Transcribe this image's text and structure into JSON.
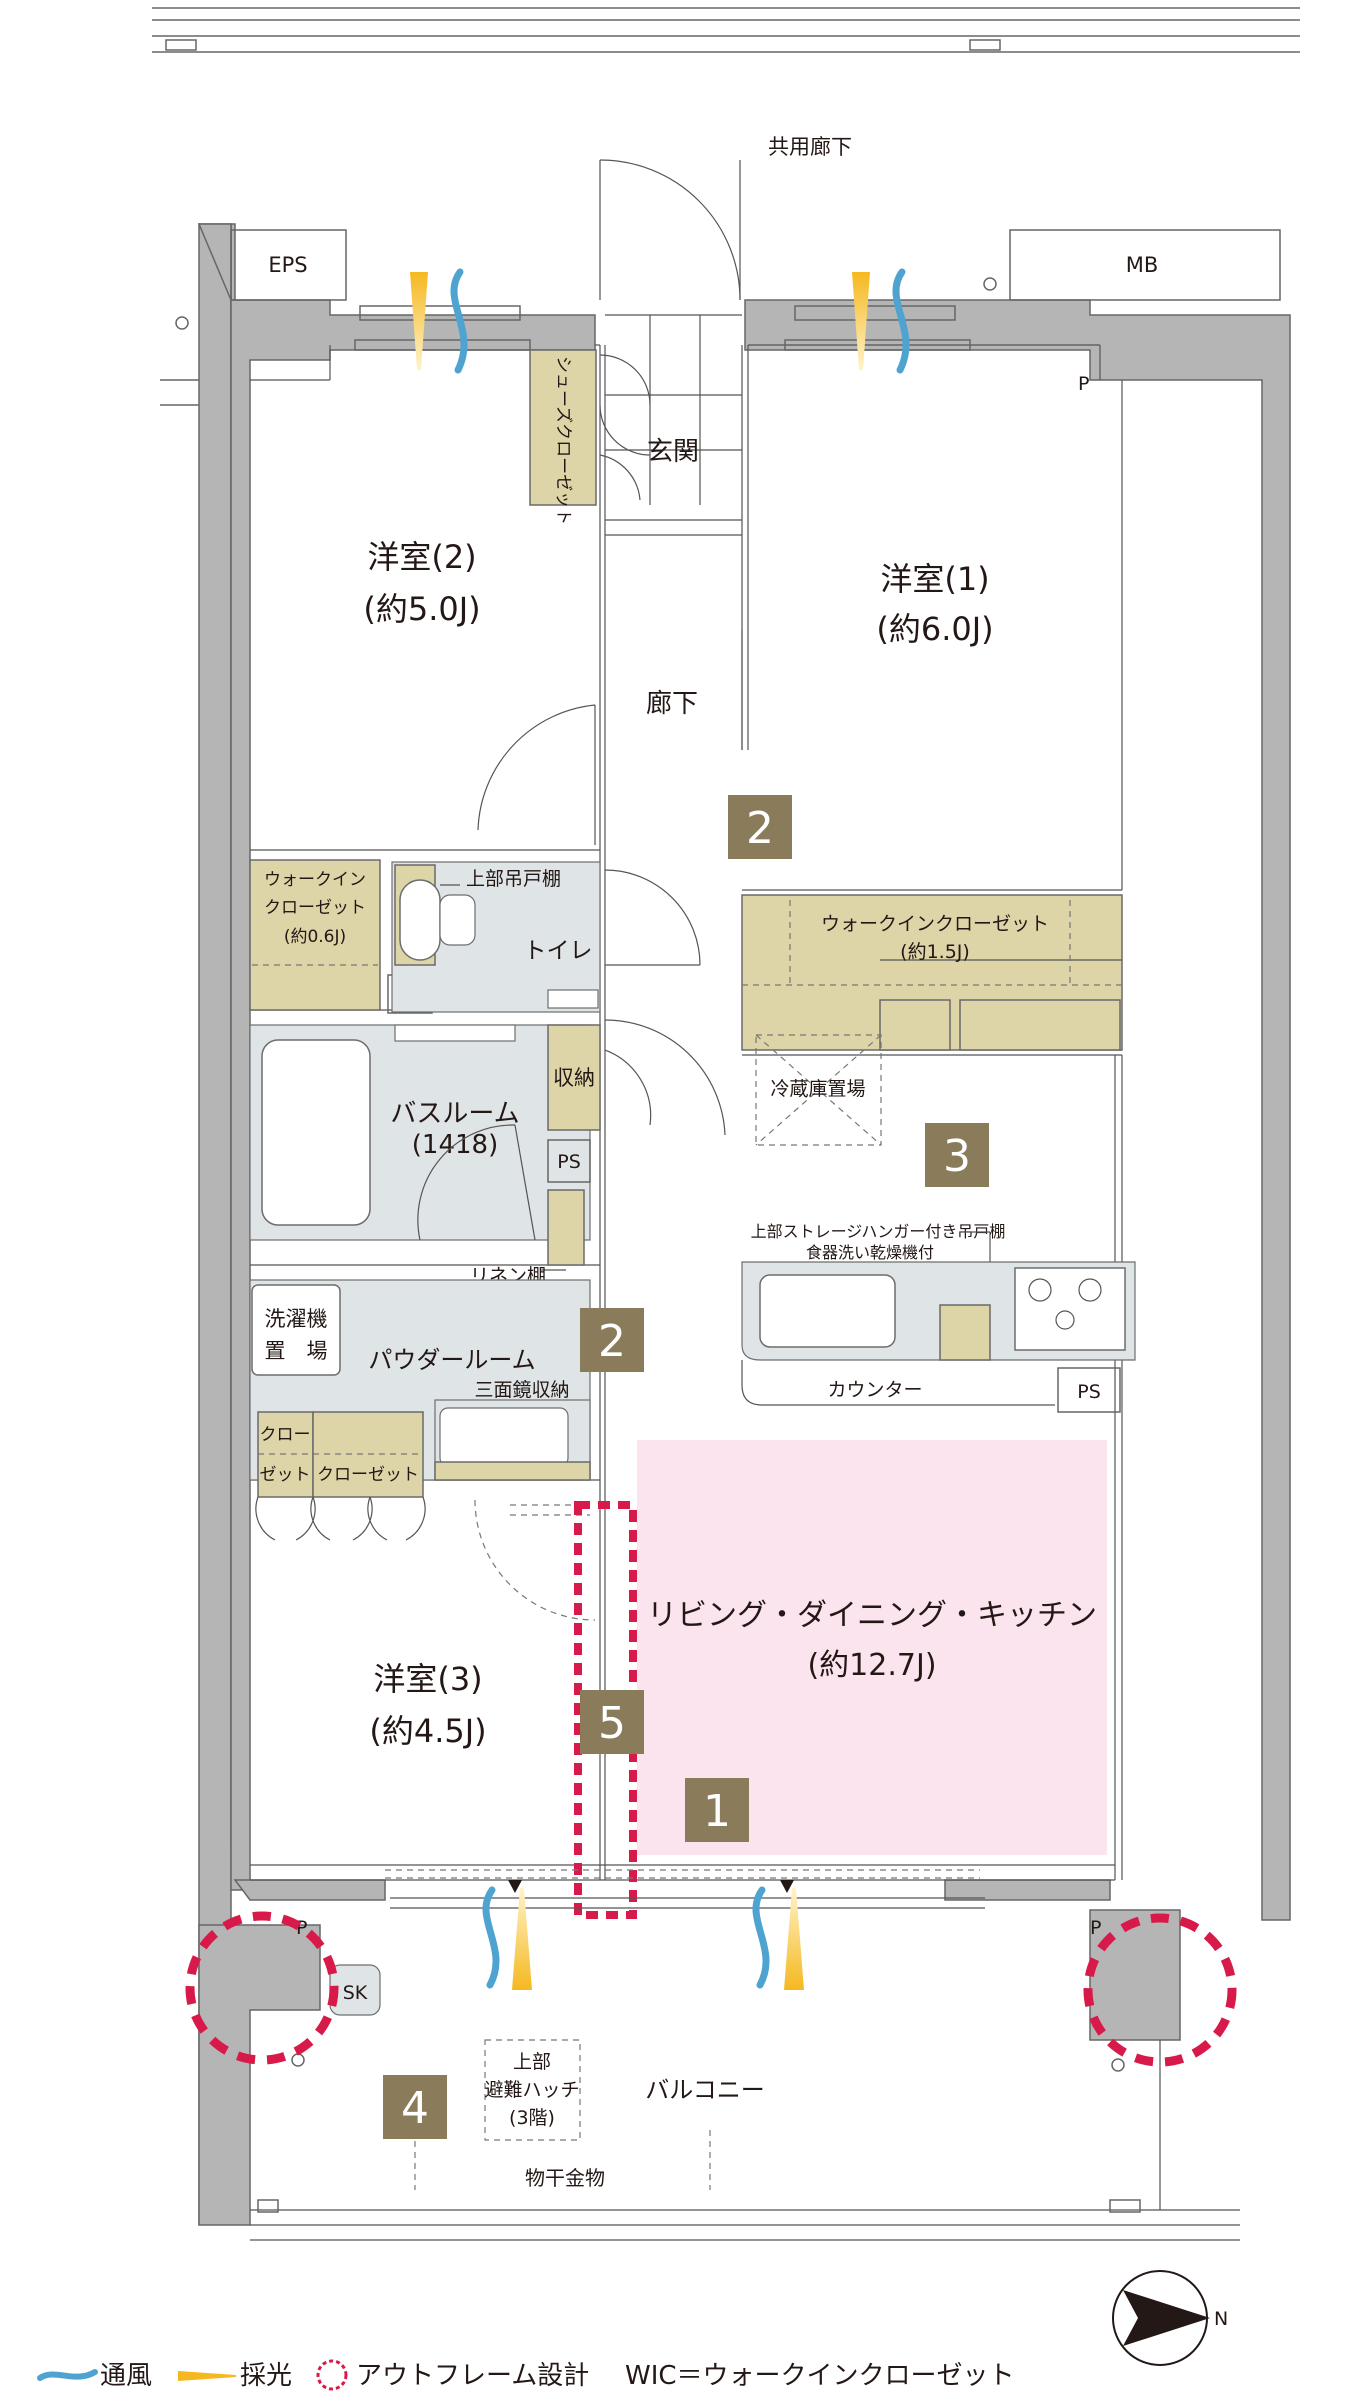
{
  "labels": {
    "common_corridor": "共用廊下",
    "eps": "EPS",
    "mb": "MB",
    "shoe_closet": "シューズクローゼット",
    "entrance": "玄関",
    "room2_name": "洋室(2)",
    "room2_size": "(約5.0J)",
    "room1_name": "洋室(1)",
    "room1_size": "(約6.0J)",
    "corridor": "廊下",
    "wic_small_1": "ウォークイン",
    "wic_small_2": "クローゼット",
    "wic_small_3": "(約0.6J)",
    "upper_cabinet": "上部吊戸棚",
    "toilet": "トイレ",
    "wic_large_1": "ウォークインクローゼット",
    "wic_large_2": "(約1.5J)",
    "storage": "収納",
    "fridge": "冷蔵庫置場",
    "bathroom_1": "バスルーム",
    "bathroom_2": "(1418)",
    "linen": "リネン棚",
    "kitchen_note_1": "上部ストレージハンガー付き吊戸棚",
    "kitchen_note_2": "食器洗い乾燥機付",
    "laundry_1": "洗濯機",
    "laundry_2": "置　場",
    "powder": "パウダールーム",
    "mirror": "三面鏡収納",
    "counter": "カウンター",
    "closet_a_1": "クロー",
    "closet_a_2": "ゼット",
    "closet_b": "クローゼット",
    "ldk_name": "リビング・ダイニング・キッチン",
    "ldk_size": "(約12.7J)",
    "room3_name": "洋室(3)",
    "room3_size": "(約4.5J)",
    "sk": "SK",
    "hatch_1": "上部",
    "hatch_2": "避難ハッチ",
    "hatch_3": "(3階)",
    "balcony": "バルコニー",
    "clothes_hanger": "物干金物",
    "ps": "PS",
    "p": "P",
    "north": "N"
  },
  "badges": {
    "b1": "1",
    "b2": "2",
    "b3": "3",
    "b4": "4",
    "b5": "5"
  },
  "legend": {
    "ventilation": "通風",
    "daylight": "採光",
    "outframe": "アウトフレーム設計",
    "wic": "WIC＝ウォークインクローゼット"
  },
  "colors": {
    "wall": "#b5b5b5",
    "storage": "#ddd4a8",
    "ldk_fill": "#fbe4ee",
    "badge": "#8a7c5b",
    "outframe": "#d81a4a",
    "ventilation": "#4fa3d1",
    "daylight": "#f5b820"
  },
  "icons": {
    "ventilation": "wind-wave-icon",
    "daylight": "sunlight-wedge-icon",
    "outframe": "dashed-circle-icon",
    "compass": "north-arrow-icon"
  }
}
